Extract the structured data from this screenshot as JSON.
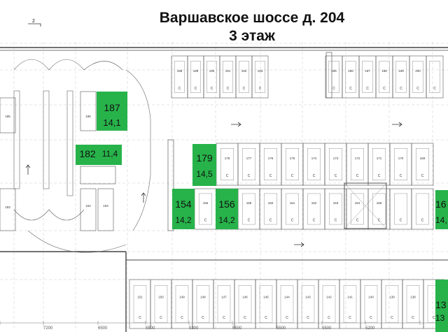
{
  "header": {
    "title": "Варшавское шоссе д. 204",
    "subtitle": "3 этаж"
  },
  "colors": {
    "highlight": "#27b34a",
    "line": "#666666",
    "grid": "#bdbdbd"
  },
  "highlighted_spots": [
    {
      "number": "187",
      "area": "14,1"
    },
    {
      "number": "182",
      "area": "11,4"
    },
    {
      "number": "179",
      "area": "14,5"
    },
    {
      "number": "154",
      "area": "14,2"
    },
    {
      "number": "156",
      "area": "14,2"
    },
    {
      "number": "16",
      "area": "14,"
    },
    {
      "number": "13",
      "area": "13"
    }
  ],
  "small_labels": {
    "top_row_left": [
      "188",
      "189",
      "190",
      "191",
      "192",
      "193"
    ],
    "top_row_right": [
      "195",
      "196",
      "197",
      "198",
      "199",
      "200"
    ],
    "mid_upper_row": [
      "178",
      "177",
      "176",
      "175",
      "174",
      "173",
      "172",
      "171",
      "170",
      "169"
    ],
    "mid_lower_row": [
      "155",
      "157",
      "158",
      "160",
      "161",
      "162",
      "163",
      "164",
      "165"
    ],
    "left_column": [
      "185",
      "186",
      "183",
      "152",
      "153"
    ],
    "bottom_row": [
      "151",
      "150",
      "149",
      "148",
      "147",
      "146",
      "145",
      "144",
      "143",
      "142",
      "141",
      "140",
      "139",
      "138"
    ]
  },
  "dimension_labels": {
    "bottom": [
      "7200",
      "6500",
      "5500",
      "5300",
      "5500",
      "5500",
      "5500",
      "5200"
    ],
    "left_side": [
      "2"
    ]
  }
}
